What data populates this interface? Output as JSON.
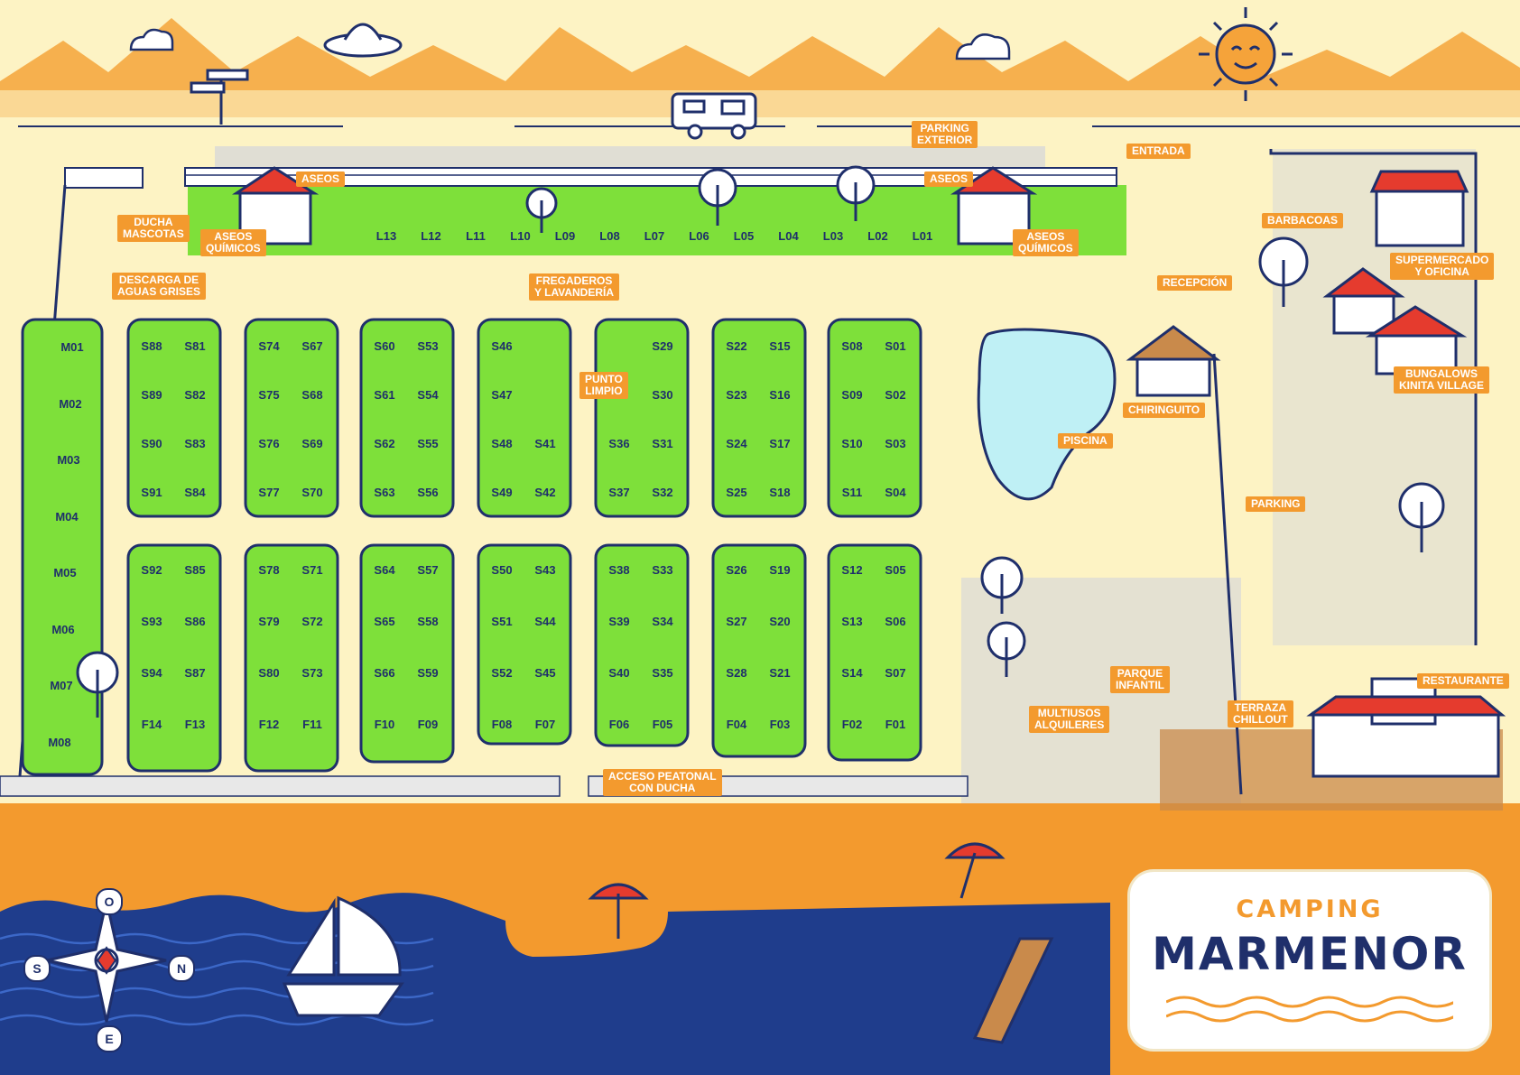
{
  "logo": {
    "small": "CAMPING",
    "big": "MARMENOR"
  },
  "compass": {
    "north": "N",
    "south": "S",
    "east": "E",
    "west": "O"
  },
  "colors": {
    "sky": "#fdf3c4",
    "mountain": "#f5a33a",
    "grass": "#7ee03a",
    "navy": "#1f2f6b",
    "sand": "#f39a2e",
    "sea": "#1f3d8c",
    "water": "#bff0f5",
    "label": "#f39a2e"
  },
  "labels": {
    "parking_exterior": "PARKING\nEXTERIOR",
    "entrada": "ENTRADA",
    "aseos_top": "ASEOS",
    "aseos_top2": "ASEOS",
    "ducha_mascotas": "DUCHA\nMASCOTAS",
    "aseos_quimicos_left": "ASEOS\nQUÍMICOS",
    "aseos_quimicos_right": "ASEOS\nQUÍMICOS",
    "descarga": "DESCARGA DE\nAGUAS GRISES",
    "fregaderos": "FREGADEROS\nY LAVANDERÍA",
    "punto_limpio": "PUNTO\nLIMPIO",
    "barbacoas": "BARBACOAS",
    "supermercado": "SUPERMERCADO\nY OFICINA",
    "recepcion": "RECEPCIÓN",
    "bungalows": "BUNGALOWS\nKINITA VILLAGE",
    "chiringuito": "CHIRINGUITO",
    "piscina": "PISCINA",
    "parking": "PARKING",
    "parque_infantil": "PARQUE\nINFANTIL",
    "restaurante": "RESTAURANTE",
    "terraza": "TERRAZA\nCHILLOUT",
    "multiusos": "MULTIUSOS\nALQUILERES",
    "acceso": "ACCESO PEATONAL\nCON DUCHA"
  },
  "l_row": [
    "L13",
    "L12",
    "L11",
    "L10",
    "L09",
    "L08",
    "L07",
    "L06",
    "L05",
    "L04",
    "L03",
    "L02",
    "L01"
  ],
  "m_column": [
    "M01",
    "M02",
    "M03",
    "M04",
    "M05",
    "M06",
    "M07",
    "M08"
  ],
  "blocks_top": [
    [
      [
        "S88",
        "S81"
      ],
      [
        "S89",
        "S82"
      ],
      [
        "S90",
        "S83"
      ],
      [
        "S91",
        "S84"
      ]
    ],
    [
      [
        "S74",
        "S67"
      ],
      [
        "S75",
        "S68"
      ],
      [
        "S76",
        "S69"
      ],
      [
        "S77",
        "S70"
      ]
    ],
    [
      [
        "S60",
        "S53"
      ],
      [
        "S61",
        "S54"
      ],
      [
        "S62",
        "S55"
      ],
      [
        "S63",
        "S56"
      ]
    ],
    [
      [
        "S46",
        ""
      ],
      [
        "S47",
        ""
      ],
      [
        "S48",
        "S41"
      ],
      [
        "S49",
        "S42"
      ]
    ],
    [
      [
        "",
        "S29"
      ],
      [
        "",
        "S30"
      ],
      [
        "S36",
        "S31"
      ],
      [
        "S37",
        "S32"
      ]
    ],
    [
      [
        "S22",
        "S15"
      ],
      [
        "S23",
        "S16"
      ],
      [
        "S24",
        "S17"
      ],
      [
        "S25",
        "S18"
      ]
    ],
    [
      [
        "S08",
        "S01"
      ],
      [
        "S09",
        "S02"
      ],
      [
        "S10",
        "S03"
      ],
      [
        "S11",
        "S04"
      ]
    ]
  ],
  "blocks_bottom": [
    [
      [
        "S92",
        "S85"
      ],
      [
        "S93",
        "S86"
      ],
      [
        "S94",
        "S87"
      ],
      [
        "F14",
        "F13"
      ]
    ],
    [
      [
        "S78",
        "S71"
      ],
      [
        "S79",
        "S72"
      ],
      [
        "S80",
        "S73"
      ],
      [
        "F12",
        "F11"
      ]
    ],
    [
      [
        "S64",
        "S57"
      ],
      [
        "S65",
        "S58"
      ],
      [
        "S66",
        "S59"
      ],
      [
        "F10",
        "F09"
      ]
    ],
    [
      [
        "S50",
        "S43"
      ],
      [
        "S51",
        "S44"
      ],
      [
        "S52",
        "S45"
      ],
      [
        "F08",
        "F07"
      ]
    ],
    [
      [
        "S38",
        "S33"
      ],
      [
        "S39",
        "S34"
      ],
      [
        "S40",
        "S35"
      ],
      [
        "F06",
        "F05"
      ]
    ],
    [
      [
        "S26",
        "S19"
      ],
      [
        "S27",
        "S20"
      ],
      [
        "S28",
        "S21"
      ],
      [
        "F04",
        "F03"
      ]
    ],
    [
      [
        "S12",
        "S05"
      ],
      [
        "S13",
        "S06"
      ],
      [
        "S14",
        "S07"
      ],
      [
        "F02",
        "F01"
      ]
    ]
  ]
}
